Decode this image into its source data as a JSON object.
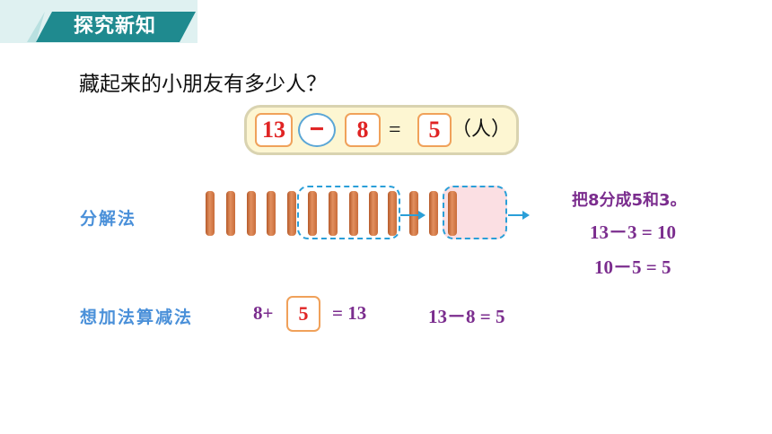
{
  "header": {
    "title": "探究新知"
  },
  "question": "藏起来的小朋友有多少人？",
  "equation": {
    "minuend": "13",
    "operator": "−",
    "subtrahend": "8",
    "equals": "=",
    "result": "5",
    "unit": "（人）"
  },
  "methods": {
    "decompose": {
      "label": "分解法",
      "note": "把8分成5和3。",
      "step1": "13－3 = 10",
      "step2": "10－5 = 5"
    },
    "add_to_subtract": {
      "label": "想加法算减法",
      "addend": "8+",
      "answer": "5",
      "sum": "= 13",
      "subtraction": "13－8 = 5"
    }
  },
  "colors": {
    "teal": "#1f8a8f",
    "red": "#e02424",
    "purple": "#7b2d8e",
    "blue_label": "#4a90d9",
    "dashed": "#2a9fd8"
  }
}
